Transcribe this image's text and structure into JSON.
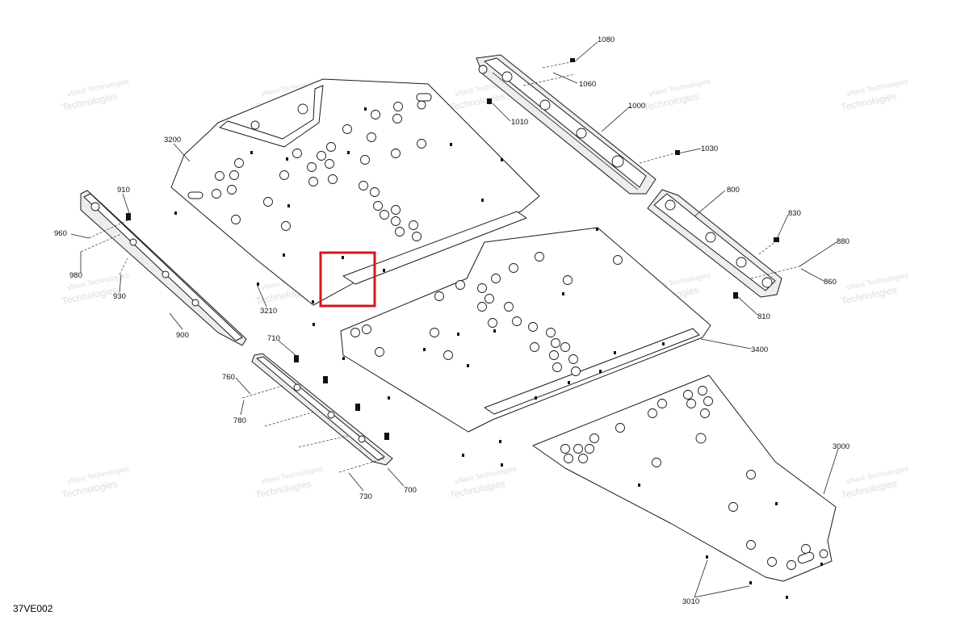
{
  "watermark": {
    "line1": "vNext Technologies",
    "line2": "Technologies"
  },
  "diagram_code": "37VE002",
  "callouts": {
    "c1080": "1080",
    "c1060": "1060",
    "c1010": "1010",
    "c1000": "1000",
    "c1030": "1030",
    "c800": "800",
    "c830": "830",
    "c880": "880",
    "c860": "860",
    "c810": "810",
    "c3200": "3200",
    "c910": "910",
    "c960": "960",
    "c980": "980",
    "c930": "930",
    "c3210": "3210",
    "c900": "900",
    "c710": "710",
    "c760": "760",
    "c780": "780",
    "c730": "730",
    "c700": "700",
    "c3400": "3400",
    "c3000": "3000",
    "c3010": "3010"
  },
  "highlight_color": "#d6161c"
}
